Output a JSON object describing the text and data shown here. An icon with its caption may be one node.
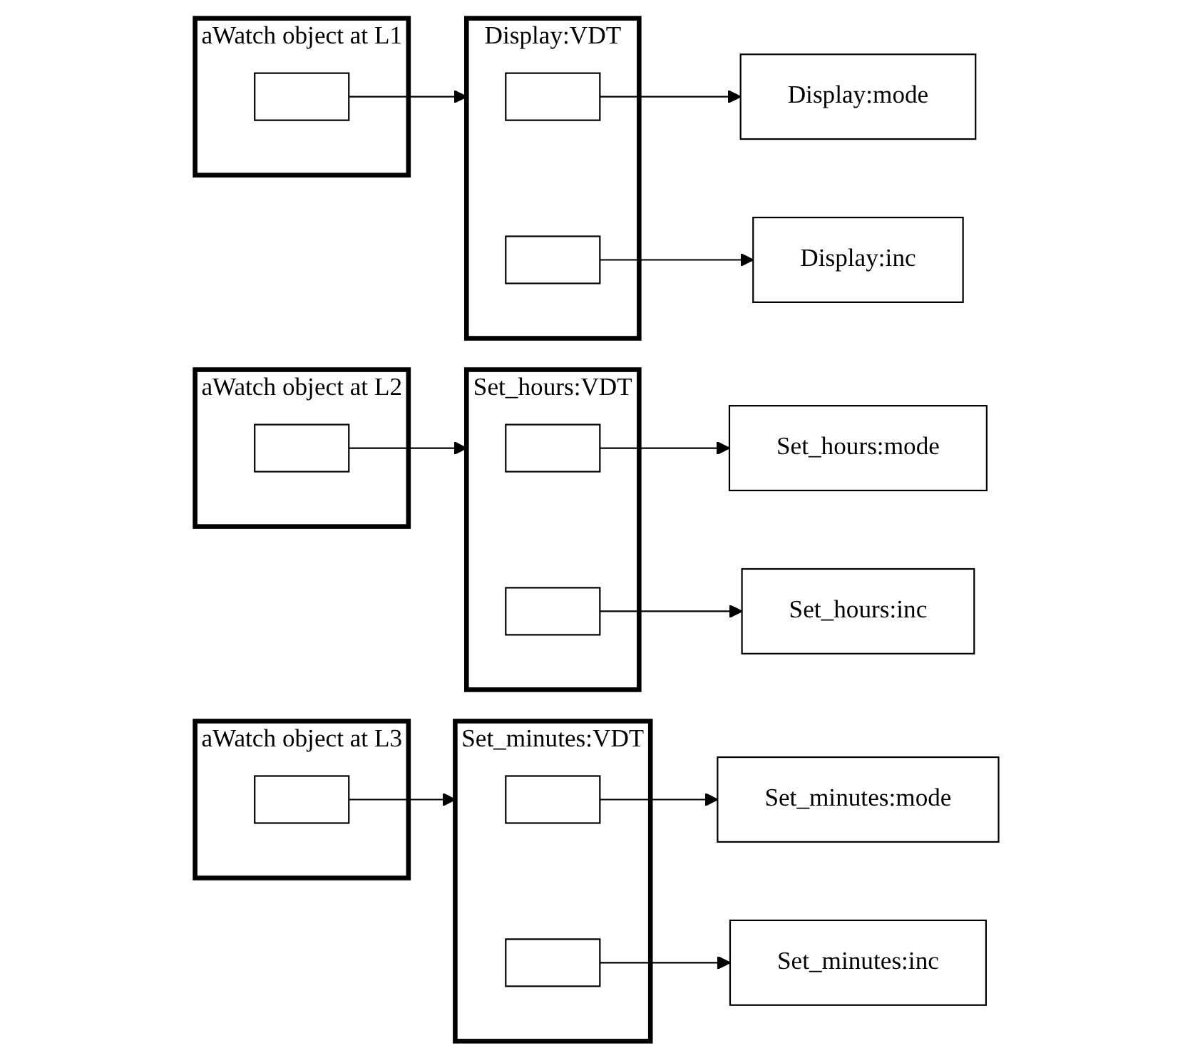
{
  "diagram": {
    "nodes": [
      {
        "text": [
          "aWatch object at L1"
        ]
      },
      {
        "text": [],
        "shape": "box",
        "in": 0
      },
      {
        "text": [
          "Display:VDT"
        ]
      },
      {
        "text": [],
        "shape": "box",
        "in": 2
      },
      {
        "text": [],
        "shape": "box",
        "in": 2
      },
      {
        "text": [
          "Display:mode"
        ]
      },
      {
        "text": [
          "Display:inc"
        ]
      },
      {
        "text": [
          "aWatch object at L2"
        ]
      },
      {
        "text": [],
        "shape": "box",
        "in": 7
      },
      {
        "text": [
          "Set_hours:VDT"
        ]
      },
      {
        "text": [],
        "shape": "box",
        "in": 9
      },
      {
        "text": [],
        "shape": "box",
        "in": 9
      },
      {
        "text": [
          "Set_hours:mode"
        ]
      },
      {
        "text": [
          "Set_hours:inc"
        ]
      },
      {
        "text": [
          "aWatch object at L3"
        ]
      },
      {
        "text": [],
        "shape": "box",
        "in": 14
      },
      {
        "text": [
          "Set_minutes:VDT"
        ]
      },
      {
        "text": [],
        "shape": "box",
        "in": 16
      },
      {
        "text": [],
        "shape": "box",
        "in": 16
      },
      {
        "text": [
          "Set_minutes:mode"
        ]
      },
      {
        "text": [
          "Set_minutes:inc"
        ]
      }
    ],
    "edges": [
      {
        "from": 1,
        "to": 2,
        "arrow": "to"
      },
      {
        "from": 3,
        "to": 5,
        "arrow": "to"
      },
      {
        "from": 4,
        "to": 6,
        "arrow": "to"
      },
      {
        "from": 8,
        "to": 9,
        "arrow": "to"
      },
      {
        "from": 10,
        "to": 12,
        "arrow": "to"
      },
      {
        "from": 11,
        "to": 13,
        "arrow": "to"
      },
      {
        "from": 15,
        "to": 16,
        "arrow": "to"
      },
      {
        "from": 17,
        "to": 19,
        "arrow": "to"
      },
      {
        "from": 18,
        "to": 20,
        "arrow": "to"
      }
    ]
  }
}
